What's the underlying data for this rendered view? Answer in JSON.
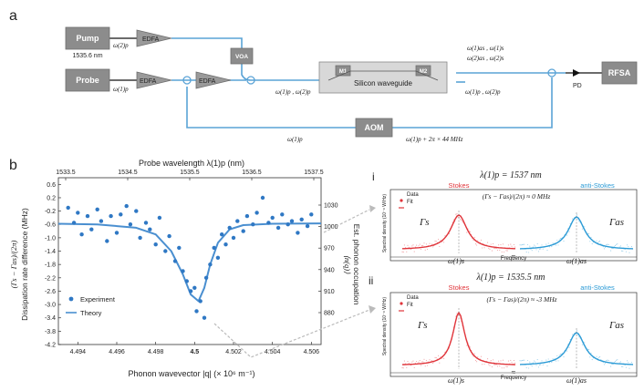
{
  "panel_a": {
    "label": "a",
    "pump_label": "Pump",
    "pump_wavelength": "1535.6 nm",
    "pump_freq": "ω(2)p",
    "probe_label": "Probe",
    "probe_freq": "ω(1)p",
    "edfa_label": "EDFA",
    "voa_label": "VOA",
    "waveguide_label": "Silicon waveguide",
    "m1_label": "M1",
    "m2_label": "M2",
    "aom_label": "AOM",
    "pd_label": "PD",
    "rfsa_label": "RFSA",
    "mix_label": "ω(1)p , ω(2)p",
    "out_label": "ω(1)p , ω(2)p",
    "output_top1": "ω(1)as , ω(1)s",
    "output_top2": "ω(2)as , ω(2)s",
    "aom_in_label": "ω(1)p",
    "aom_out_label": "ω(1)p + 2π × 44  MHz"
  },
  "panel_b": {
    "label": "b",
    "top_axis_title": "Probe wavelength  λ(1)p (nm)",
    "xlabel": "Phonon wavevector |q| (× 10⁶ m⁻¹)",
    "ylabel_left_1": "Dissipation rate difference (MHz)",
    "ylabel_left_2": "(Γs − Γas)/(2π)",
    "ylabel_right_1": "Est. phonon occupation",
    "ylabel_right_2": "⟨n(q)⟩",
    "legend_experiment": "Experiment",
    "legend_theory": "Theory",
    "x_ticks": [
      "4.494",
      "4.496",
      "4.498",
      "4.5",
      "4.502",
      "4.504",
      "4.506"
    ],
    "top_ticks": [
      "1533.5",
      "1534.5",
      "1535.5",
      "1536.5",
      "1537.5"
    ],
    "y_ticks": [
      "0.6",
      "0.2",
      "-0.2",
      "-0.6",
      "-1.0",
      "-1.4",
      "-1.8",
      "-2.2",
      "-2.6",
      "-3.0",
      "-3.4",
      "-3.8",
      "-4.2"
    ],
    "y_ticks_right": [
      "1030",
      "1000",
      "970",
      "940",
      "910",
      "880"
    ]
  },
  "chart_data": {
    "type": "scatter",
    "xlabel": "Phonon wavevector |q| (× 10⁶ m⁻¹)",
    "ylabel": "Dissipation rate difference (MHz)",
    "xlim": [
      4.493,
      4.5065
    ],
    "ylim": [
      -4.2,
      0.8
    ],
    "series": [
      {
        "name": "Experiment",
        "points": [
          [
            4.4935,
            -0.1
          ],
          [
            4.4938,
            -0.55
          ],
          [
            4.494,
            -0.25
          ],
          [
            4.4942,
            -0.9
          ],
          [
            4.4945,
            -0.35
          ],
          [
            4.4947,
            -0.75
          ],
          [
            4.495,
            -0.15
          ],
          [
            4.4952,
            -0.5
          ],
          [
            4.4955,
            -1.1
          ],
          [
            4.4957,
            -0.35
          ],
          [
            4.496,
            -0.85
          ],
          [
            4.4962,
            -0.3
          ],
          [
            4.4965,
            -0.05
          ],
          [
            4.4967,
            -0.6
          ],
          [
            4.497,
            -0.2
          ],
          [
            4.4972,
            -1.0
          ],
          [
            4.4975,
            -0.55
          ],
          [
            4.4977,
            -0.75
          ],
          [
            4.498,
            -1.2
          ],
          [
            4.4982,
            -0.4
          ],
          [
            4.4985,
            -1.4
          ],
          [
            4.4987,
            -0.95
          ],
          [
            4.499,
            -1.7
          ],
          [
            4.4992,
            -1.3
          ],
          [
            4.4994,
            -2.0
          ],
          [
            4.4996,
            -2.3
          ],
          [
            4.4998,
            -2.6
          ],
          [
            4.5,
            -2.5
          ],
          [
            4.5001,
            -3.2
          ],
          [
            4.5003,
            -2.9
          ],
          [
            4.5005,
            -3.4
          ],
          [
            4.5006,
            -2.2
          ],
          [
            4.5008,
            -1.8
          ],
          [
            4.501,
            -1.3
          ],
          [
            4.5012,
            -1.6
          ],
          [
            4.5014,
            -0.9
          ],
          [
            4.5016,
            -1.2
          ],
          [
            4.5018,
            -0.7
          ],
          [
            4.502,
            -1.0
          ],
          [
            4.5022,
            -0.5
          ],
          [
            4.5025,
            -0.8
          ],
          [
            4.5027,
            -0.35
          ],
          [
            4.503,
            -0.6
          ],
          [
            4.5032,
            -0.25
          ],
          [
            4.5035,
            0.2
          ],
          [
            4.5038,
            -0.55
          ],
          [
            4.504,
            -0.4
          ],
          [
            4.5043,
            -0.7
          ],
          [
            4.5045,
            -0.3
          ],
          [
            4.5048,
            -0.6
          ],
          [
            4.505,
            -0.5
          ],
          [
            4.5053,
            -0.85
          ],
          [
            4.5055,
            -0.45
          ],
          [
            4.5058,
            -0.65
          ],
          [
            4.506,
            -0.3
          ]
        ]
      },
      {
        "name": "Theory",
        "points": [
          [
            4.493,
            -0.58
          ],
          [
            4.495,
            -0.6
          ],
          [
            4.497,
            -0.7
          ],
          [
            4.498,
            -0.9
          ],
          [
            4.4988,
            -1.4
          ],
          [
            4.4994,
            -2.1
          ],
          [
            4.4998,
            -2.7
          ],
          [
            4.5002,
            -2.9
          ],
          [
            4.5005,
            -2.5
          ],
          [
            4.5008,
            -1.8
          ],
          [
            4.5012,
            -1.15
          ],
          [
            4.5018,
            -0.75
          ],
          [
            4.5025,
            -0.62
          ],
          [
            4.504,
            -0.58
          ],
          [
            4.5065,
            -0.57
          ]
        ]
      }
    ]
  },
  "panel_b_right": {
    "i_label": "i",
    "ii_label": "ii",
    "i_title": "λ(1)p = 1537 nm",
    "ii_title": "λ(1)p = 1535.5 nm",
    "stokes_label": "Stokes",
    "antistokes_label": "anti-Stokes",
    "i_annotation": "(Γs − Γas)/(2π) ≈ 0 MHz",
    "ii_annotation": "(Γs − Γas)/(2π) ≈ -3 MHz",
    "legend_data": "Data",
    "legend_fit": "Fit",
    "gamma_s": "Γs",
    "gamma_as": "Γas",
    "omega_s": "ω(1)s",
    "omega_as": "ω(1)as",
    "frequency_label": "Frequency",
    "spectral_ylabel": "Spectral density (10⁻⁸ W/Hz)",
    "stokes_color": "#e0343a",
    "antistokes_color": "#2c9bd6"
  },
  "colors": {
    "fiber": "#5aa3d6",
    "point": "#2f78c4",
    "theory": "#4a8fd0",
    "box": "#8c8c8c"
  }
}
